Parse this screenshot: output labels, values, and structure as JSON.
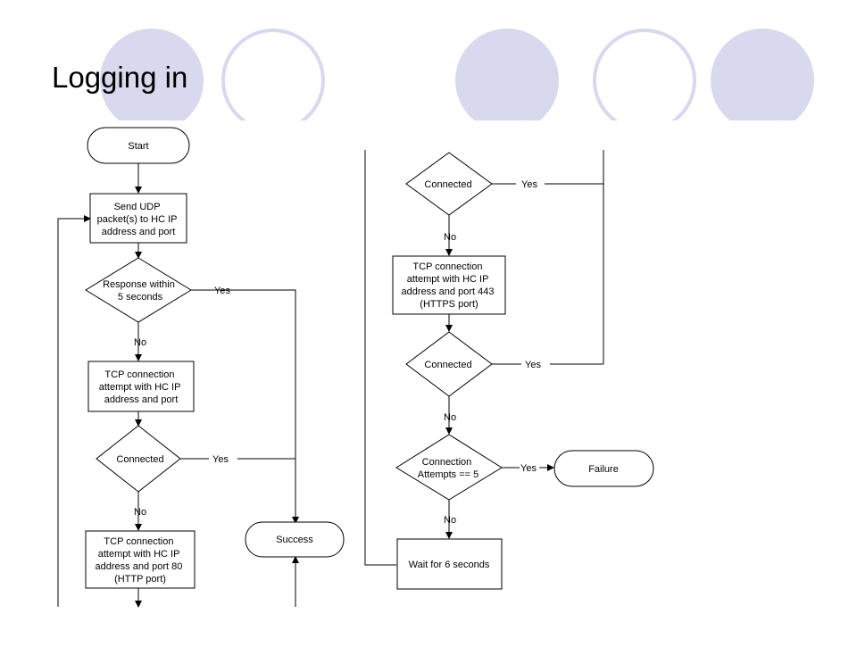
{
  "slide": {
    "title": "Logging in",
    "accent_fill": "#d8d8ef",
    "accent_ring": "#d8d8ef"
  },
  "flowchart": {
    "start": "Start",
    "send_udp": [
      "Send UDP",
      "packet(s) to HC IP",
      "address and port"
    ],
    "response_check": [
      "Response within",
      "5 seconds"
    ],
    "tcp_attempt_1": [
      "TCP connection",
      "attempt with HC IP",
      "address and port"
    ],
    "connected_1": "Connected",
    "tcp_attempt_80": [
      "TCP connection",
      "attempt with HC IP",
      "address and port 80",
      "(HTTP port)"
    ],
    "success": "Success",
    "connected_2": "Connected",
    "tcp_attempt_443": [
      "TCP connection",
      "attempt with HC IP",
      "address and port 443",
      "(HTTPS port)"
    ],
    "connected_3": "Connected",
    "attempts_check": [
      "Connection",
      "Attempts == 5"
    ],
    "failure": "Failure",
    "wait": "Wait for 6 seconds",
    "yes": "Yes",
    "no": "No"
  }
}
